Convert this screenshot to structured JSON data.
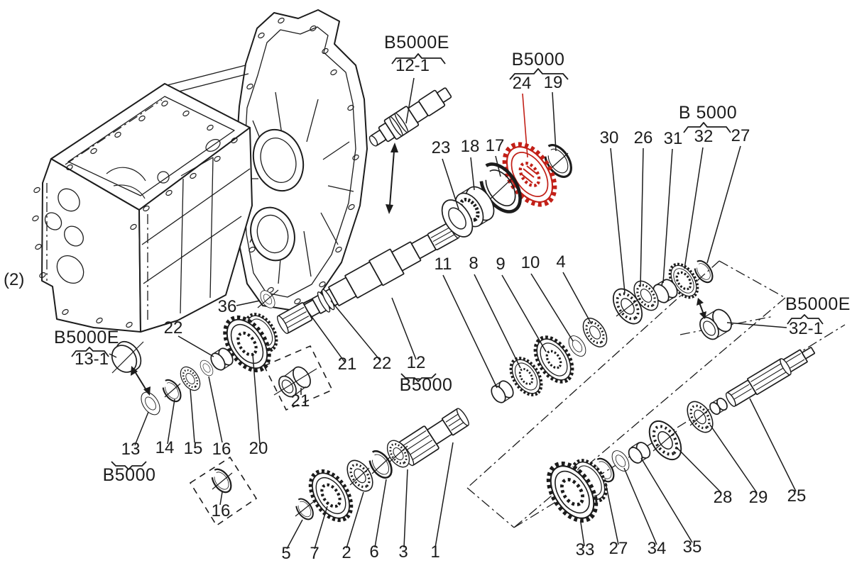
{
  "diagram": {
    "page_ref": "(2)",
    "colors": {
      "line": "#1c1c1c",
      "highlight": "#c22018",
      "background": "#ffffff"
    },
    "highlight": {
      "callout": "24"
    },
    "refs": {
      "top_shaft": {
        "model": "B5000E",
        "item": "12-1"
      },
      "gear_group": {
        "model": "B5000",
        "item_a": "24",
        "item_b": "19"
      },
      "top_right": {
        "model": "B 5000",
        "item": "32"
      },
      "left_cap": {
        "model": "B5000E",
        "item": "13-1"
      },
      "main_shaft": {
        "item": "12",
        "model": "B5000"
      },
      "bottom_left": {
        "item": "13",
        "model": "B5000"
      },
      "right_bushing": {
        "model": "B5000E",
        "item": "32-1"
      }
    },
    "callouts": {
      "c1": "1",
      "c2": "2",
      "c3": "3",
      "c4": "4",
      "c5": "5",
      "c6": "6",
      "c7": "7",
      "c8": "8",
      "c9": "9",
      "c10": "10",
      "c11": "11",
      "c14": "14",
      "c15": "15",
      "c16": "16",
      "c16_box": "16",
      "c17": "17",
      "c18": "18",
      "c20": "20",
      "c21_mid": "21",
      "c21_box": "21",
      "c22_left": "22",
      "c22_mid": "22",
      "c23": "23",
      "c25": "25",
      "c26": "26",
      "c27_top": "27",
      "c27_bottom": "27",
      "c28": "28",
      "c29": "29",
      "c30": "30",
      "c31": "31",
      "c33": "33",
      "c34": "34",
      "c35": "35",
      "c36": "36"
    }
  }
}
